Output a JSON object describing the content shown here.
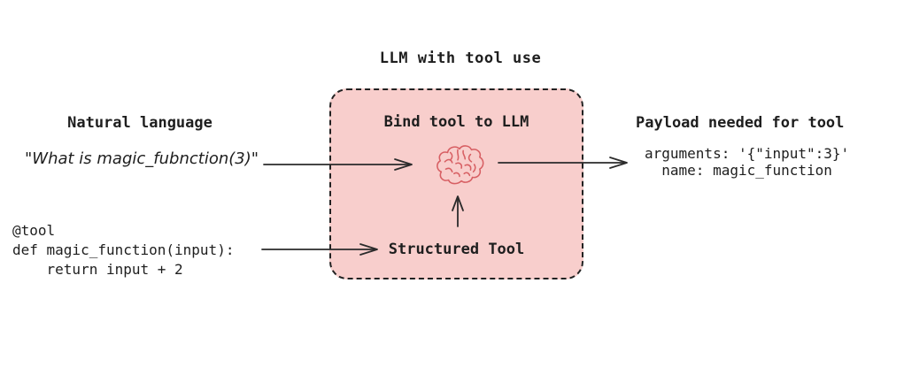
{
  "title": "LLM with tool use",
  "left": {
    "heading": "Natural language",
    "quote": "\"What is magic_fubnction(3)\"",
    "code": "@tool\ndef magic_function(input):\n    return input + 2"
  },
  "box": {
    "heading": "Bind tool to LLM",
    "icon": "brain-icon",
    "tool_label": "Structured Tool"
  },
  "right": {
    "heading": "Payload needed for tool",
    "payload": "arguments: '{\"input\":3}'\n  name: magic_function"
  },
  "arrows": [
    "natural-language-to-llm",
    "tool-code-to-structured-tool",
    "structured-tool-to-brain",
    "brain-to-payload"
  ],
  "colors": {
    "background": "#ffffff",
    "text": "#1e1e1e",
    "box_fill": "#f8cecc",
    "box_border": "#222222",
    "brain_stroke": "#d75f63",
    "arrow": "#2b2b2b"
  }
}
